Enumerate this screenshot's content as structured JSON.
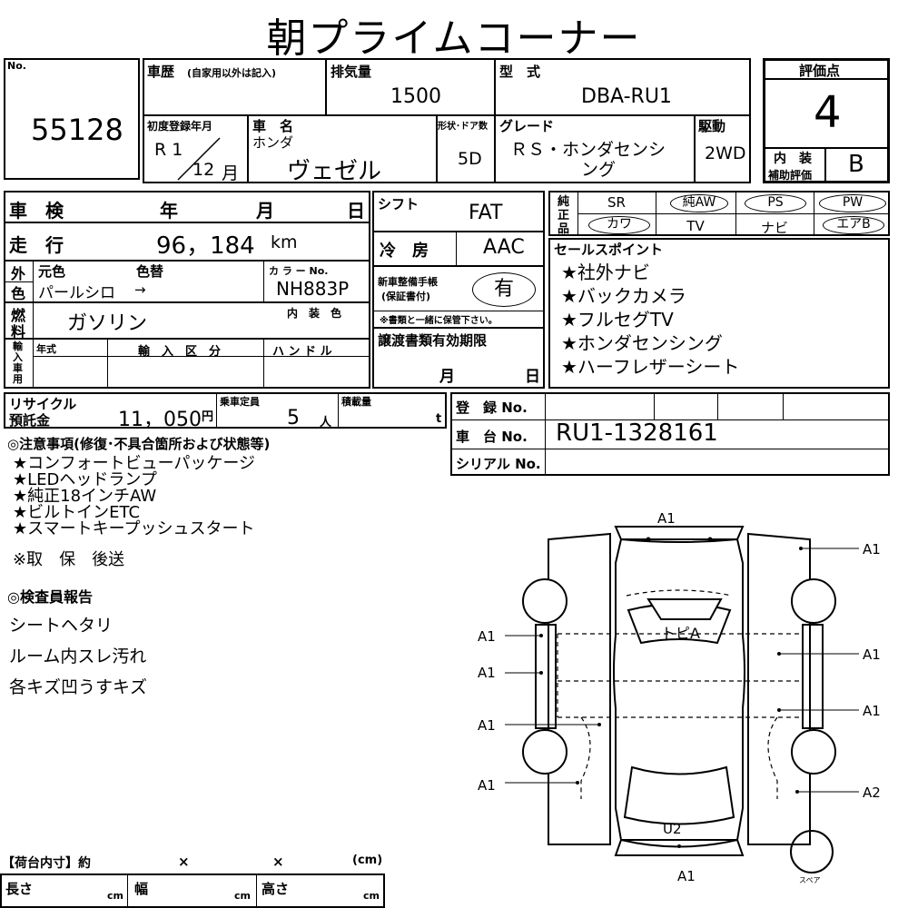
{
  "title": "朝プライムコーナー",
  "no_label": "No.",
  "lot_number": "55128",
  "history": {
    "label": "車歴",
    "note": "(自家用以外は記入)"
  },
  "displacement": {
    "label": "排気量",
    "value": "1500"
  },
  "model": {
    "label": "型　式",
    "value": "DBA-RU1"
  },
  "score": {
    "label": "評価点",
    "value": "4",
    "interior_label_1": "内　装",
    "interior_label_2": "補助評価",
    "interior_value": "B"
  },
  "first_reg": {
    "label": "初度登録年月",
    "era": "R 1",
    "month": "12",
    "month_unit": "月"
  },
  "car_name": {
    "label": "車　名",
    "maker": "ホンダ",
    "name": "ヴェゼル"
  },
  "doors": {
    "label": "形状･ドア数",
    "value": "5D"
  },
  "grade": {
    "label": "グレード",
    "line1": "ＲＳ・ホンダセンシ",
    "line2": "ング"
  },
  "drive": {
    "label": "駆動",
    "value": "2WD"
  },
  "inspection": {
    "label": "車　検",
    "year": "年",
    "month": "月",
    "day": "日"
  },
  "mileage": {
    "label": "走　行",
    "value": "96，184",
    "unit": "km"
  },
  "color": {
    "side_1": "外",
    "side_2": "色",
    "orig_label": "元色",
    "change_label": "色替",
    "orig_value": "パールシロ",
    "arrow": "→",
    "code_label": "カ ラ ー No.",
    "code_value": "NH883P"
  },
  "fuel": {
    "side_1": "燃",
    "side_2": "料",
    "value": "ガソリン",
    "interior_color_label": "内　装　色"
  },
  "import": {
    "side": "輸入車用",
    "year_label": "年式",
    "type_label": "輸　入　区　分",
    "handle_label": "ハ ン ド ル"
  },
  "shift": {
    "label": "シフト",
    "value": "FAT"
  },
  "ac": {
    "label": "冷　房",
    "value": "AAC"
  },
  "manual": {
    "label_1": "新車整備手帳",
    "label_2": "(保証書付)",
    "value": "有",
    "note": "※書類と一緒に保管下さい。"
  },
  "transfer": {
    "label": "譲渡書類有効期限",
    "month": "月",
    "day": "日"
  },
  "genuine": {
    "label_1": "純",
    "label_2": "正",
    "label_3": "品",
    "items": [
      "SR",
      "純AW",
      "PS",
      "PW",
      "カワ",
      "TV",
      "ナビ",
      "エアB"
    ]
  },
  "sales_points": {
    "label": "セールスポイント",
    "items": [
      "★社外ナビ",
      "★バックカメラ",
      "★フルセグTV",
      "★ホンダセンシング",
      "★ハーフレザーシート"
    ]
  },
  "recycle": {
    "label_1": "リサイクル",
    "label_2": "預託金",
    "value": "11，050",
    "unit": "円"
  },
  "capacity": {
    "label": "乗車定員",
    "value": "5",
    "unit": "人"
  },
  "load": {
    "label": "積載量",
    "unit": "t"
  },
  "registration": {
    "label": "登　録 No.",
    "chassis_label": "車　台 No.",
    "chassis_value": "RU1-1328161",
    "serial_label": "シリアル No."
  },
  "notes": {
    "label": "◎注意事項(修復･不具合箇所および状態等)",
    "items": [
      "★コンフォートビューパッケージ",
      "★LEDヘッドランプ",
      "★純正18インチAW",
      "★ビルトインETC",
      "★スマートキープッシュスタート"
    ],
    "extra": "※取　保　後送"
  },
  "inspector": {
    "label": "◎検査員報告",
    "items": [
      "シートヘタリ",
      "ルーム内スレ汚れ",
      "各キズ凹うすキズ"
    ]
  },
  "diagram": {
    "marks": [
      "A1",
      "A1",
      "A1",
      "A1",
      "A1",
      "A1",
      "A1",
      "A1",
      "A1",
      "A2",
      "U2",
      "A1"
    ],
    "roof": "トピA",
    "spare": "スペア"
  },
  "cargo": {
    "label": "【荷台内寸】約",
    "x1": "×",
    "x2": "×",
    "unit_label": "(cm)",
    "length": "長さ",
    "width": "幅",
    "height": "高さ",
    "cm": "cm"
  }
}
